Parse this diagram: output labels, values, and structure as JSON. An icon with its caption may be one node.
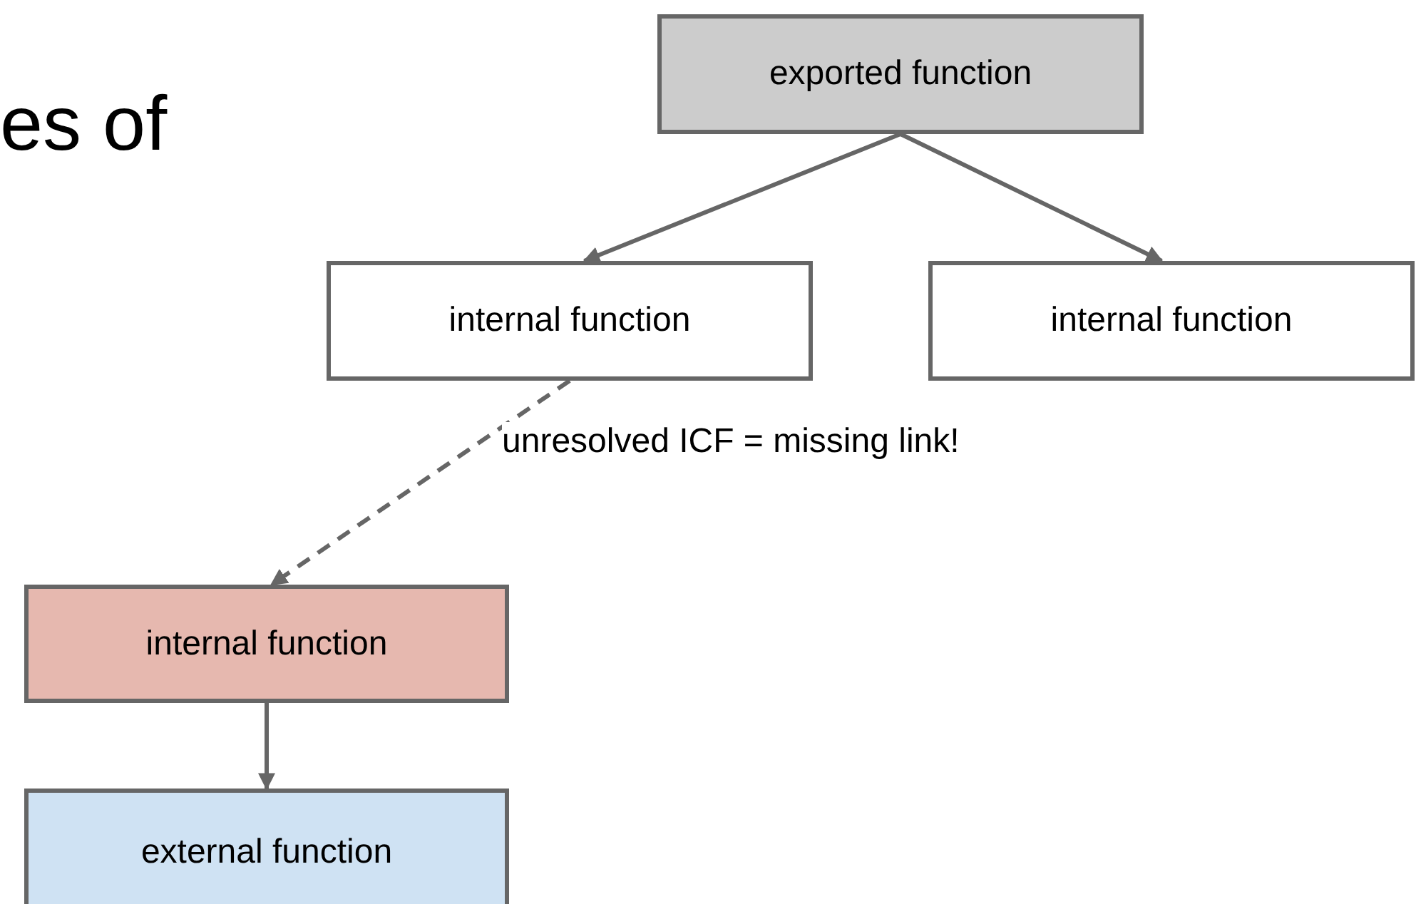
{
  "diagram": {
    "nodes": [
      {
        "text": [
          "exported function"
        ]
      },
      {
        "text": [
          "internal function"
        ]
      },
      {
        "text": [
          "internal function"
        ]
      },
      {
        "text": [
          "internal function"
        ]
      },
      {
        "text": [
          "external function"
        ]
      }
    ],
    "edges": [
      {
        "from": 0,
        "to": 1,
        "arrow": "to"
      },
      {
        "from": 0,
        "to": 2,
        "arrow": "to"
      },
      {
        "from": 1,
        "to": 3,
        "arrow": "to",
        "style": "dashed",
        "label": "unresolved ICF = missing link!"
      },
      {
        "from": 3,
        "to": 4,
        "arrow": "to"
      }
    ],
    "labels": [
      "es of"
    ]
  }
}
